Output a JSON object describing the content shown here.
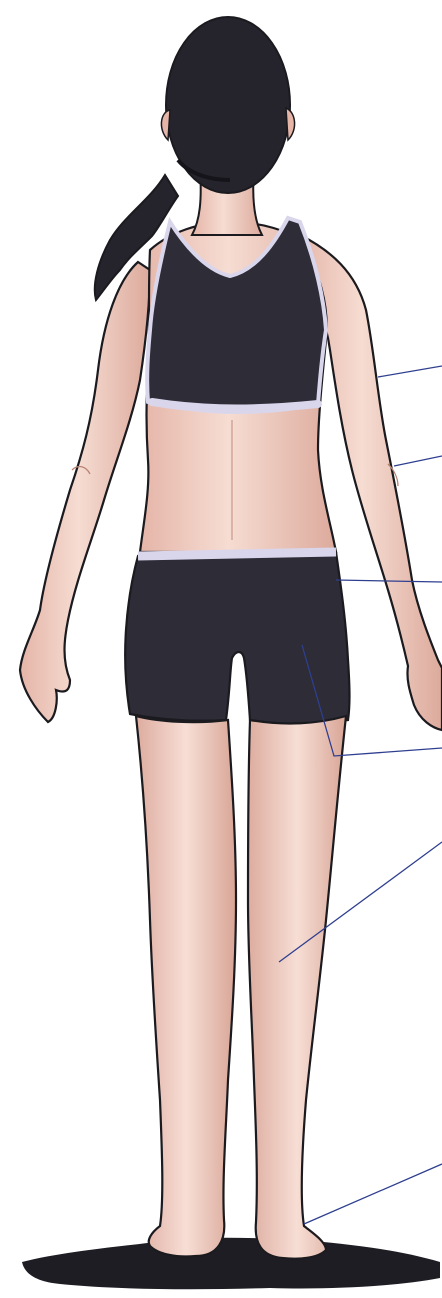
{
  "figure": {
    "subject": "back-view-human-figure",
    "colors": {
      "skin": "#f4d3c8",
      "skin_shadow": "#d9a89b",
      "hair": "#25242c",
      "clothing": "#2d2c37",
      "trim": "#d9d6ec",
      "ground_shadow": "#1e1d24",
      "leader_line": "#2f3f8f",
      "outline": "#1a1a1f"
    },
    "leader_lines": [
      {
        "name": "upper-arm-leader-line"
      },
      {
        "name": "elbow-leader-line"
      },
      {
        "name": "hip-leader-line"
      },
      {
        "name": "thigh-leader-line"
      },
      {
        "name": "calf-leader-line"
      },
      {
        "name": "heel-leader-line"
      }
    ]
  }
}
